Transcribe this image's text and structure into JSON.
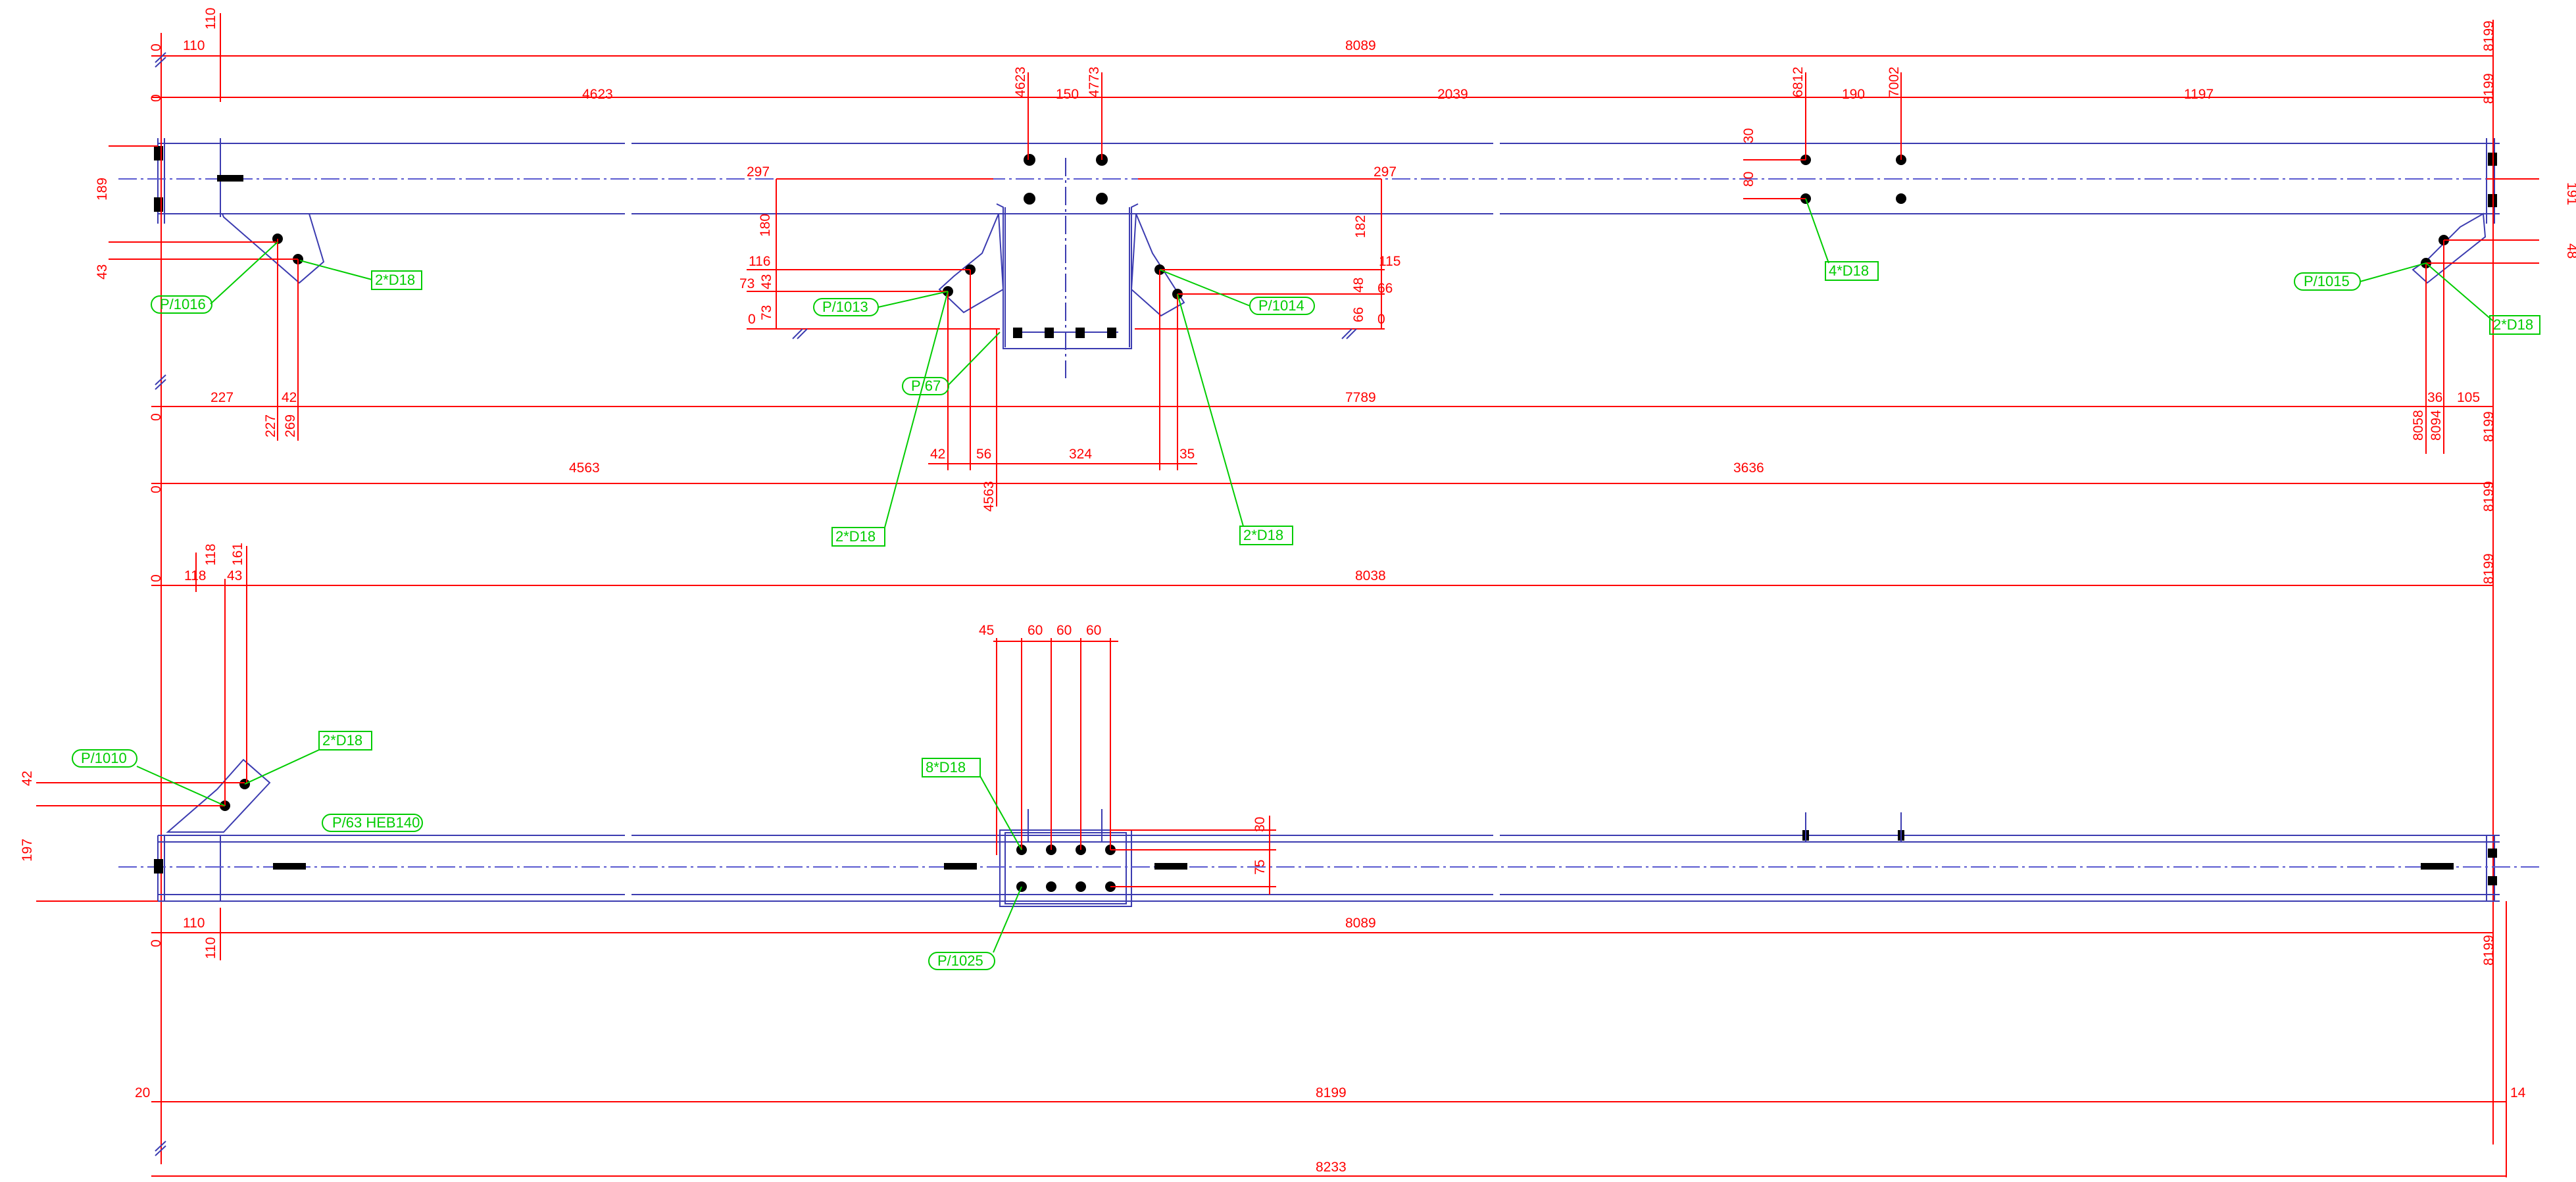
{
  "colors": {
    "dimension": "#ff0000",
    "outline": "#3b3bb0",
    "callout": "#00cc00",
    "bolt": "#000000"
  },
  "top_view": {
    "dims": {
      "t0": "0",
      "t110v": "110",
      "t8199a": "8199",
      "t110h": "110",
      "t8089": "8089",
      "t0b": "0",
      "t4623": "4623",
      "t4623v": "4623",
      "t150": "150",
      "t4773": "4773",
      "t2039": "2039",
      "t6812": "6812",
      "t190": "190",
      "t7002": "7002",
      "t1197": "1197",
      "t8199b": "8199",
      "t30": "30",
      "t80": "80",
      "t189": "189",
      "t43": "43",
      "t191": "191",
      "t48": "48",
      "t297a": "297",
      "t297b": "297",
      "t180": "180",
      "t182": "182",
      "t116": "116",
      "t73a": "73",
      "t43b": "43",
      "t73b": "73",
      "t0c": "0",
      "t115": "115",
      "t48b": "48",
      "t66": "66",
      "t66b": "66",
      "t0d": "0",
      "t227a": "227",
      "t42a": "42",
      "t7789": "7789",
      "t227b": "227",
      "t269": "269",
      "t36": "36",
      "t105": "105",
      "t8058": "8058",
      "t8094": "8094",
      "t8199c": "8199",
      "t42b": "42",
      "t56": "56",
      "t324": "324",
      "t35": "35",
      "t4563v": "4563",
      "t0e": "0",
      "t4563": "4563",
      "t3636": "3636",
      "t8199d": "8199"
    },
    "labels": {
      "p1016": "P/1016",
      "d18_a": "2*D18",
      "p1013": "P/1013",
      "p67": "P/67",
      "d18_b": "2*D18",
      "p1014": "P/1014",
      "d18_c": "2*D18",
      "d18_4": "4*D18",
      "p1015": "P/1015",
      "d18_d": "2*D18"
    }
  },
  "side_view": {
    "dims": {
      "s0a": "0",
      "s118v": "118",
      "s161v": "161",
      "s118": "118",
      "s43": "43",
      "s8038": "8038",
      "s8199a": "8199",
      "s45": "45",
      "s60a": "60",
      "s60b": "60",
      "s60c": "60",
      "s42": "42",
      "s197": "197",
      "s30": "30",
      "s75": "75",
      "s0b": "0",
      "s110v": "110",
      "s110": "110",
      "s8089": "8089",
      "s8199b": "8199",
      "s20": "20",
      "s8199": "8199",
      "s14": "14",
      "s8233": "8233"
    },
    "labels": {
      "p1010": "P/1010",
      "d18_e": "2*D18",
      "p63": "P/63  HEB140",
      "d18_8": "8*D18",
      "p1025": "P/1025"
    }
  }
}
